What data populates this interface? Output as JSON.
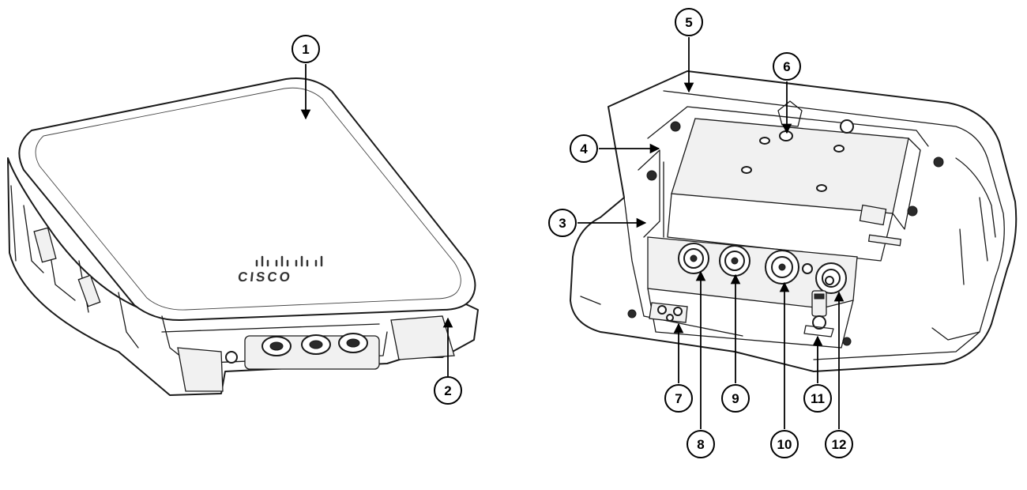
{
  "figure": {
    "front_view": {
      "brand_logo_text": "CISCO"
    },
    "callouts": [
      "1",
      "2",
      "3",
      "4",
      "5",
      "6",
      "7",
      "8",
      "9",
      "10",
      "11",
      "12"
    ]
  }
}
